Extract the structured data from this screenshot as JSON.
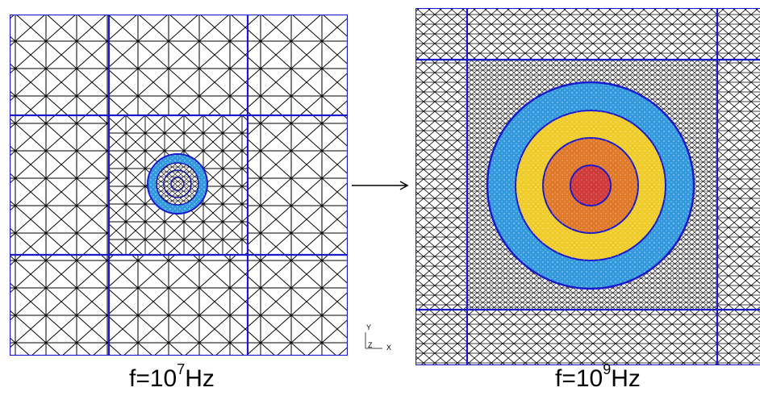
{
  "captions": {
    "left": {
      "prefix": "f=10",
      "exponent": "7",
      "unit": "Hz"
    },
    "right": {
      "prefix": "f=10",
      "exponent": "9",
      "unit": "Hz"
    }
  },
  "axis_triad": {
    "y": "Y",
    "z": "Z",
    "x": "X"
  },
  "arrow": {
    "glyph": "→"
  },
  "colors": {
    "boundary": "#1a1acc",
    "purple": "#5a36b8",
    "cyan": "#33aadd",
    "yellow": "#e0c41a",
    "magenta": "#b0246a",
    "orange": "#e07a2a",
    "blue_ring": "#3399dd",
    "yellow_ring": "#f0cc2a",
    "orange_ring": "#e07a2a",
    "red_core": "#d03a3a"
  }
}
